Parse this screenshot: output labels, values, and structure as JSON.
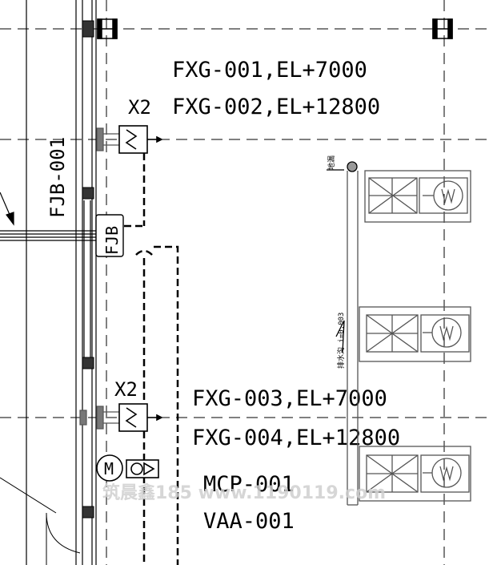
{
  "labels": {
    "fxg_top_1": "FXG-001,EL+7000",
    "fxg_top_2": "FXG-002,EL+12800",
    "x2_top": "X2",
    "fjb_001": "FJB-001",
    "fjb_box": "FJB",
    "x2_bottom": "X2",
    "fxg_bot_1": "FXG-003,EL+7000",
    "fxg_bot_2": "FXG-004,EL+12800",
    "mcp": "MCP-001",
    "vaa": "VAA-001",
    "motor_symbol": "M",
    "pit_label": "地漏",
    "slope_label": "排水沟  i=0.003"
  },
  "watermark": "筑晨鑫185 www.1190119.com",
  "colors": {
    "line": "#000000",
    "equipment": "#555555",
    "column_fill": "#333333",
    "watermark": "#cfcfcf"
  }
}
